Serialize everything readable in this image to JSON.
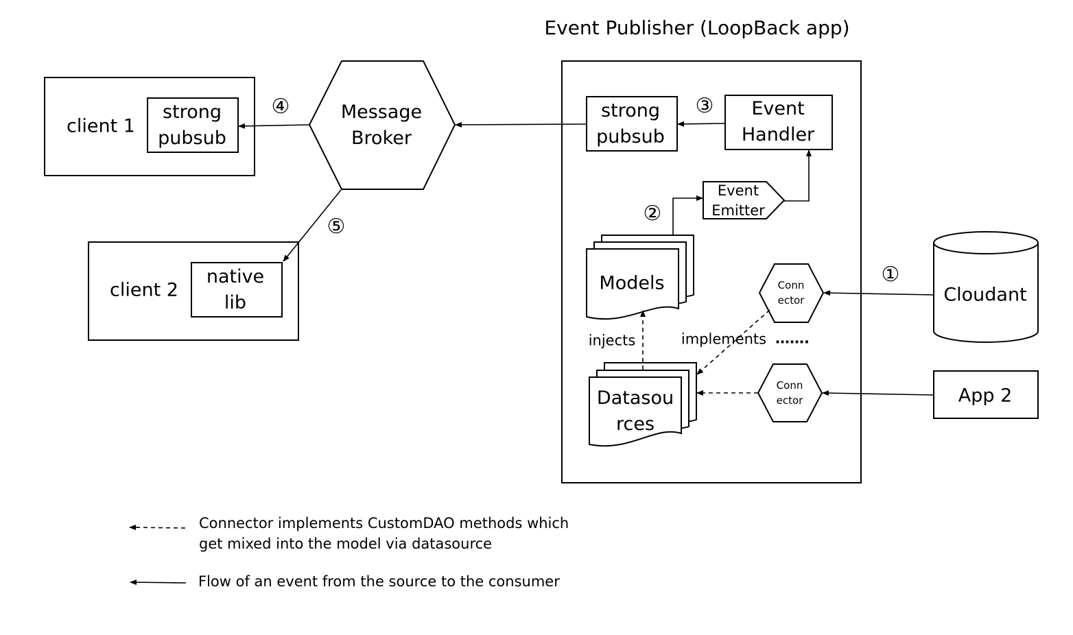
{
  "title": "Event Publisher (LoopBack app)",
  "nodes": {
    "client1": "client 1",
    "client1_pubsub": [
      "strong",
      "pubsub"
    ],
    "client2": "client 2",
    "client2_lib": [
      "native",
      "lib"
    ],
    "broker": [
      "Message",
      "Broker"
    ],
    "publisher_pubsub": [
      "strong",
      "pubsub"
    ],
    "event_handler": [
      "Event",
      "Handler"
    ],
    "event_emitter": [
      "Event",
      "Emitter"
    ],
    "models": "Models",
    "datasources": [
      "Datasou",
      "rces"
    ],
    "connector1": [
      "Conn",
      "ector"
    ],
    "connector2": [
      "Conn",
      "ector"
    ],
    "cloudant": "Cloudant",
    "app2": "App 2"
  },
  "edge_labels": {
    "injects": "injects",
    "implements": "implements",
    "ellipsis": "……."
  },
  "steps": [
    "①",
    "②",
    "③",
    "④",
    "⑤"
  ],
  "legend": {
    "dashed": [
      "Connector implements CustomDAO methods which",
      "get mixed into the model via datasource"
    ],
    "solid": "Flow of an event from the source to the consumer"
  }
}
